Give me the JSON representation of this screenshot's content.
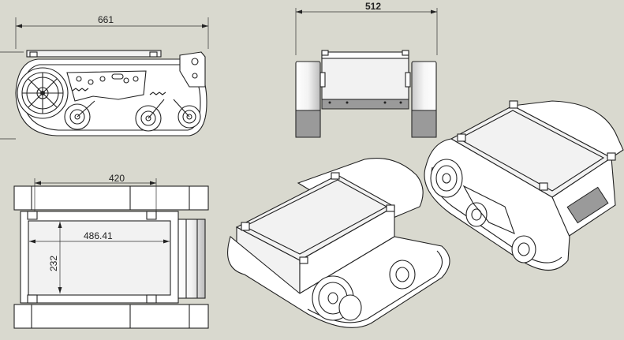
{
  "drawing": {
    "background": "#d9d9cf",
    "line_color": "#222222",
    "dimensions": {
      "side_length": "661",
      "front_width": "512",
      "top_track_span": "420",
      "top_body_length": "486.41",
      "top_body_width": "232"
    }
  }
}
